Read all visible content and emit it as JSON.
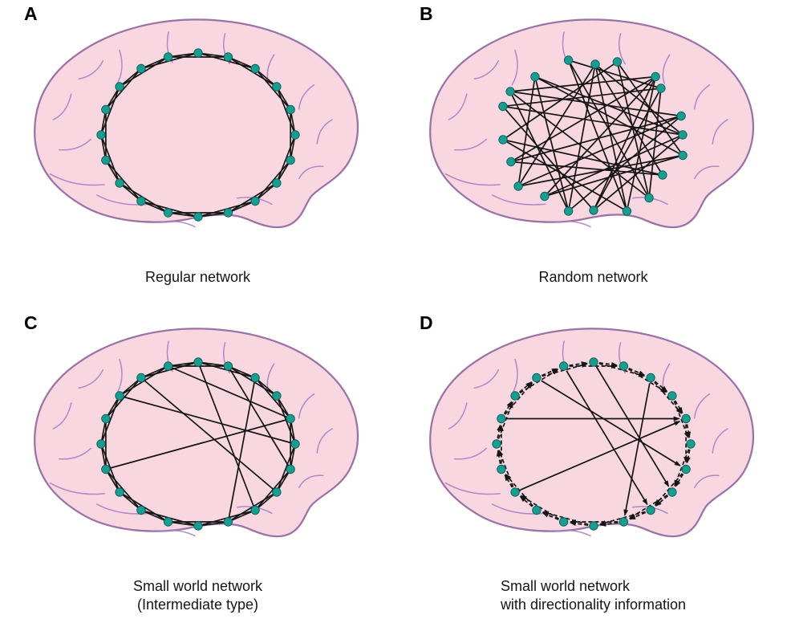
{
  "figure": {
    "colors": {
      "background": "#ffffff",
      "brain_fill": "#f8d7e1",
      "brain_outline": "#9b72a8",
      "sulci": "#a77fc4",
      "node_fill": "#1a9c90",
      "node_stroke": "#0e635c",
      "edge": "#141414",
      "label": "#000000"
    },
    "panels": [
      {
        "letter": "A",
        "caption_lines": [
          "Regular network"
        ],
        "network": {
          "type": "regular",
          "node_count": 20,
          "ring_neighbors": 2,
          "shortcut_edges": [],
          "directed": false
        }
      },
      {
        "letter": "B",
        "caption_lines": [
          "Random network"
        ],
        "network": {
          "type": "random",
          "node_count": 20,
          "directed": false,
          "node_offsets": [
            [
              2,
              14
            ],
            [
              -8,
              6
            ],
            [
              6,
              10
            ],
            [
              -14,
              2
            ],
            [
              -6,
              8
            ],
            [
              -10,
              0
            ],
            [
              -4,
              -6
            ],
            [
              -12,
              -10
            ],
            [
              -2,
              -4
            ],
            [
              4,
              -2
            ],
            [
              0,
              -8
            ],
            [
              6,
              -2
            ],
            [
              10,
              -6
            ],
            [
              4,
              4
            ],
            [
              12,
              2
            ],
            [
              8,
              6
            ],
            [
              2,
              -4
            ],
            [
              -6,
              6
            ],
            [
              -2,
              10
            ],
            [
              6,
              4
            ]
          ],
          "edges": [
            [
              0,
              9
            ],
            [
              0,
              13
            ],
            [
              1,
              8
            ],
            [
              1,
              15
            ],
            [
              2,
              12
            ],
            [
              2,
              17
            ],
            [
              3,
              10
            ],
            [
              3,
              19
            ],
            [
              4,
              14
            ],
            [
              4,
              11
            ],
            [
              5,
              16
            ],
            [
              5,
              12
            ],
            [
              6,
              18
            ],
            [
              6,
              1
            ],
            [
              7,
              15
            ],
            [
              7,
              0
            ],
            [
              8,
              17
            ],
            [
              8,
              3
            ],
            [
              9,
              19
            ],
            [
              9,
              2
            ],
            [
              10,
              16
            ],
            [
              10,
              5
            ],
            [
              11,
              18
            ],
            [
              11,
              0
            ],
            [
              12,
              6
            ],
            [
              13,
              4
            ],
            [
              13,
              18
            ],
            [
              14,
              7
            ],
            [
              14,
              2
            ],
            [
              15,
              9
            ],
            [
              16,
              3
            ],
            [
              17,
              11
            ],
            [
              18,
              5
            ],
            [
              19,
              8
            ],
            [
              0,
              5
            ],
            [
              2,
              10
            ],
            [
              6,
              13
            ],
            [
              4,
              17
            ]
          ]
        }
      },
      {
        "letter": "C",
        "caption_lines": [
          "Small world network",
          "(Intermediate type)"
        ],
        "network": {
          "type": "small_world",
          "node_count": 20,
          "ring_neighbors": 2,
          "shortcut_edges": [
            [
              17,
              5
            ],
            [
              18,
              7
            ],
            [
              19,
              4
            ],
            [
              0,
              8
            ],
            [
              1,
              6
            ],
            [
              2,
              9
            ],
            [
              14,
              4
            ]
          ],
          "directed": false
        }
      },
      {
        "letter": "D",
        "caption_lines": [
          "Small world network",
          "with directionality information"
        ],
        "network": {
          "type": "small_world_directed",
          "node_count": 20,
          "ring_neighbors": 2,
          "shortcut_edges": [
            [
              16,
              4
            ],
            [
              18,
              6
            ],
            [
              19,
              8
            ],
            [
              0,
              7
            ],
            [
              2,
              9
            ],
            [
              13,
              4
            ]
          ],
          "directed": true
        }
      }
    ]
  }
}
